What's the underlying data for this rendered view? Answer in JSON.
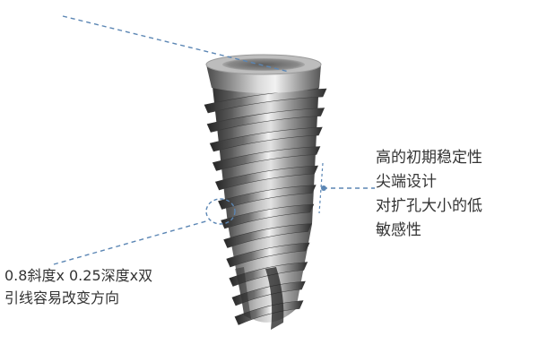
{
  "callout_right": {
    "lines": [
      "高的初期稳定性",
      "尖端设计",
      "对扩孔大小的低",
      "敏感性"
    ]
  },
  "callout_left": {
    "lines": [
      "0.8斜度x 0.25深度x双",
      "引线容易改变方向"
    ]
  },
  "colors": {
    "leader_line": "#5b86b4",
    "implant_dark": "#3c3c3c",
    "implant_light": "#d6d6d6",
    "text": "#333333"
  },
  "icons": {
    "implant": "dental-implant-screw"
  }
}
